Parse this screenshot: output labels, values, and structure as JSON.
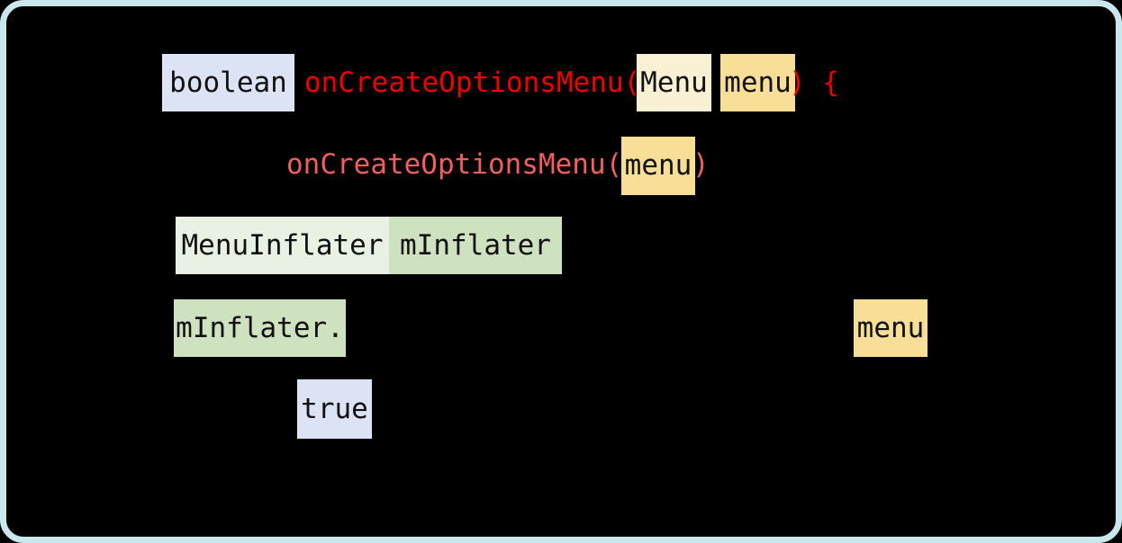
{
  "card": {
    "background_color": "#000000",
    "border_color": "#cbe7ee",
    "colors": {
      "keyword_highlight": "#dbe3f4",
      "type_highlight_cream": "#faf0d4",
      "param_highlight_gold": "#f9de98",
      "class_highlight_lightgreen": "#e9f1e2",
      "var_highlight_green": "#cfe2c0",
      "method_red": "#f20000",
      "method_salmon": "#f25f5f",
      "token_text": "#111111"
    }
  },
  "code": {
    "line1": {
      "keyword": "boolean",
      "method_call_open": "onCreateOptionsMenu(",
      "param_type": "Menu",
      "param_name": "menu",
      "close_and_brace": ") {"
    },
    "line2": {
      "method_call_open": "onCreateOptionsMenu(",
      "arg": "menu",
      "close_paren": ")"
    },
    "line3": {
      "class_type": "MenuInflater",
      "variable": "mInflater"
    },
    "line4": {
      "variable_with_dot": "mInflater.",
      "arg": "menu"
    },
    "line5": {
      "return_value": "true"
    }
  }
}
